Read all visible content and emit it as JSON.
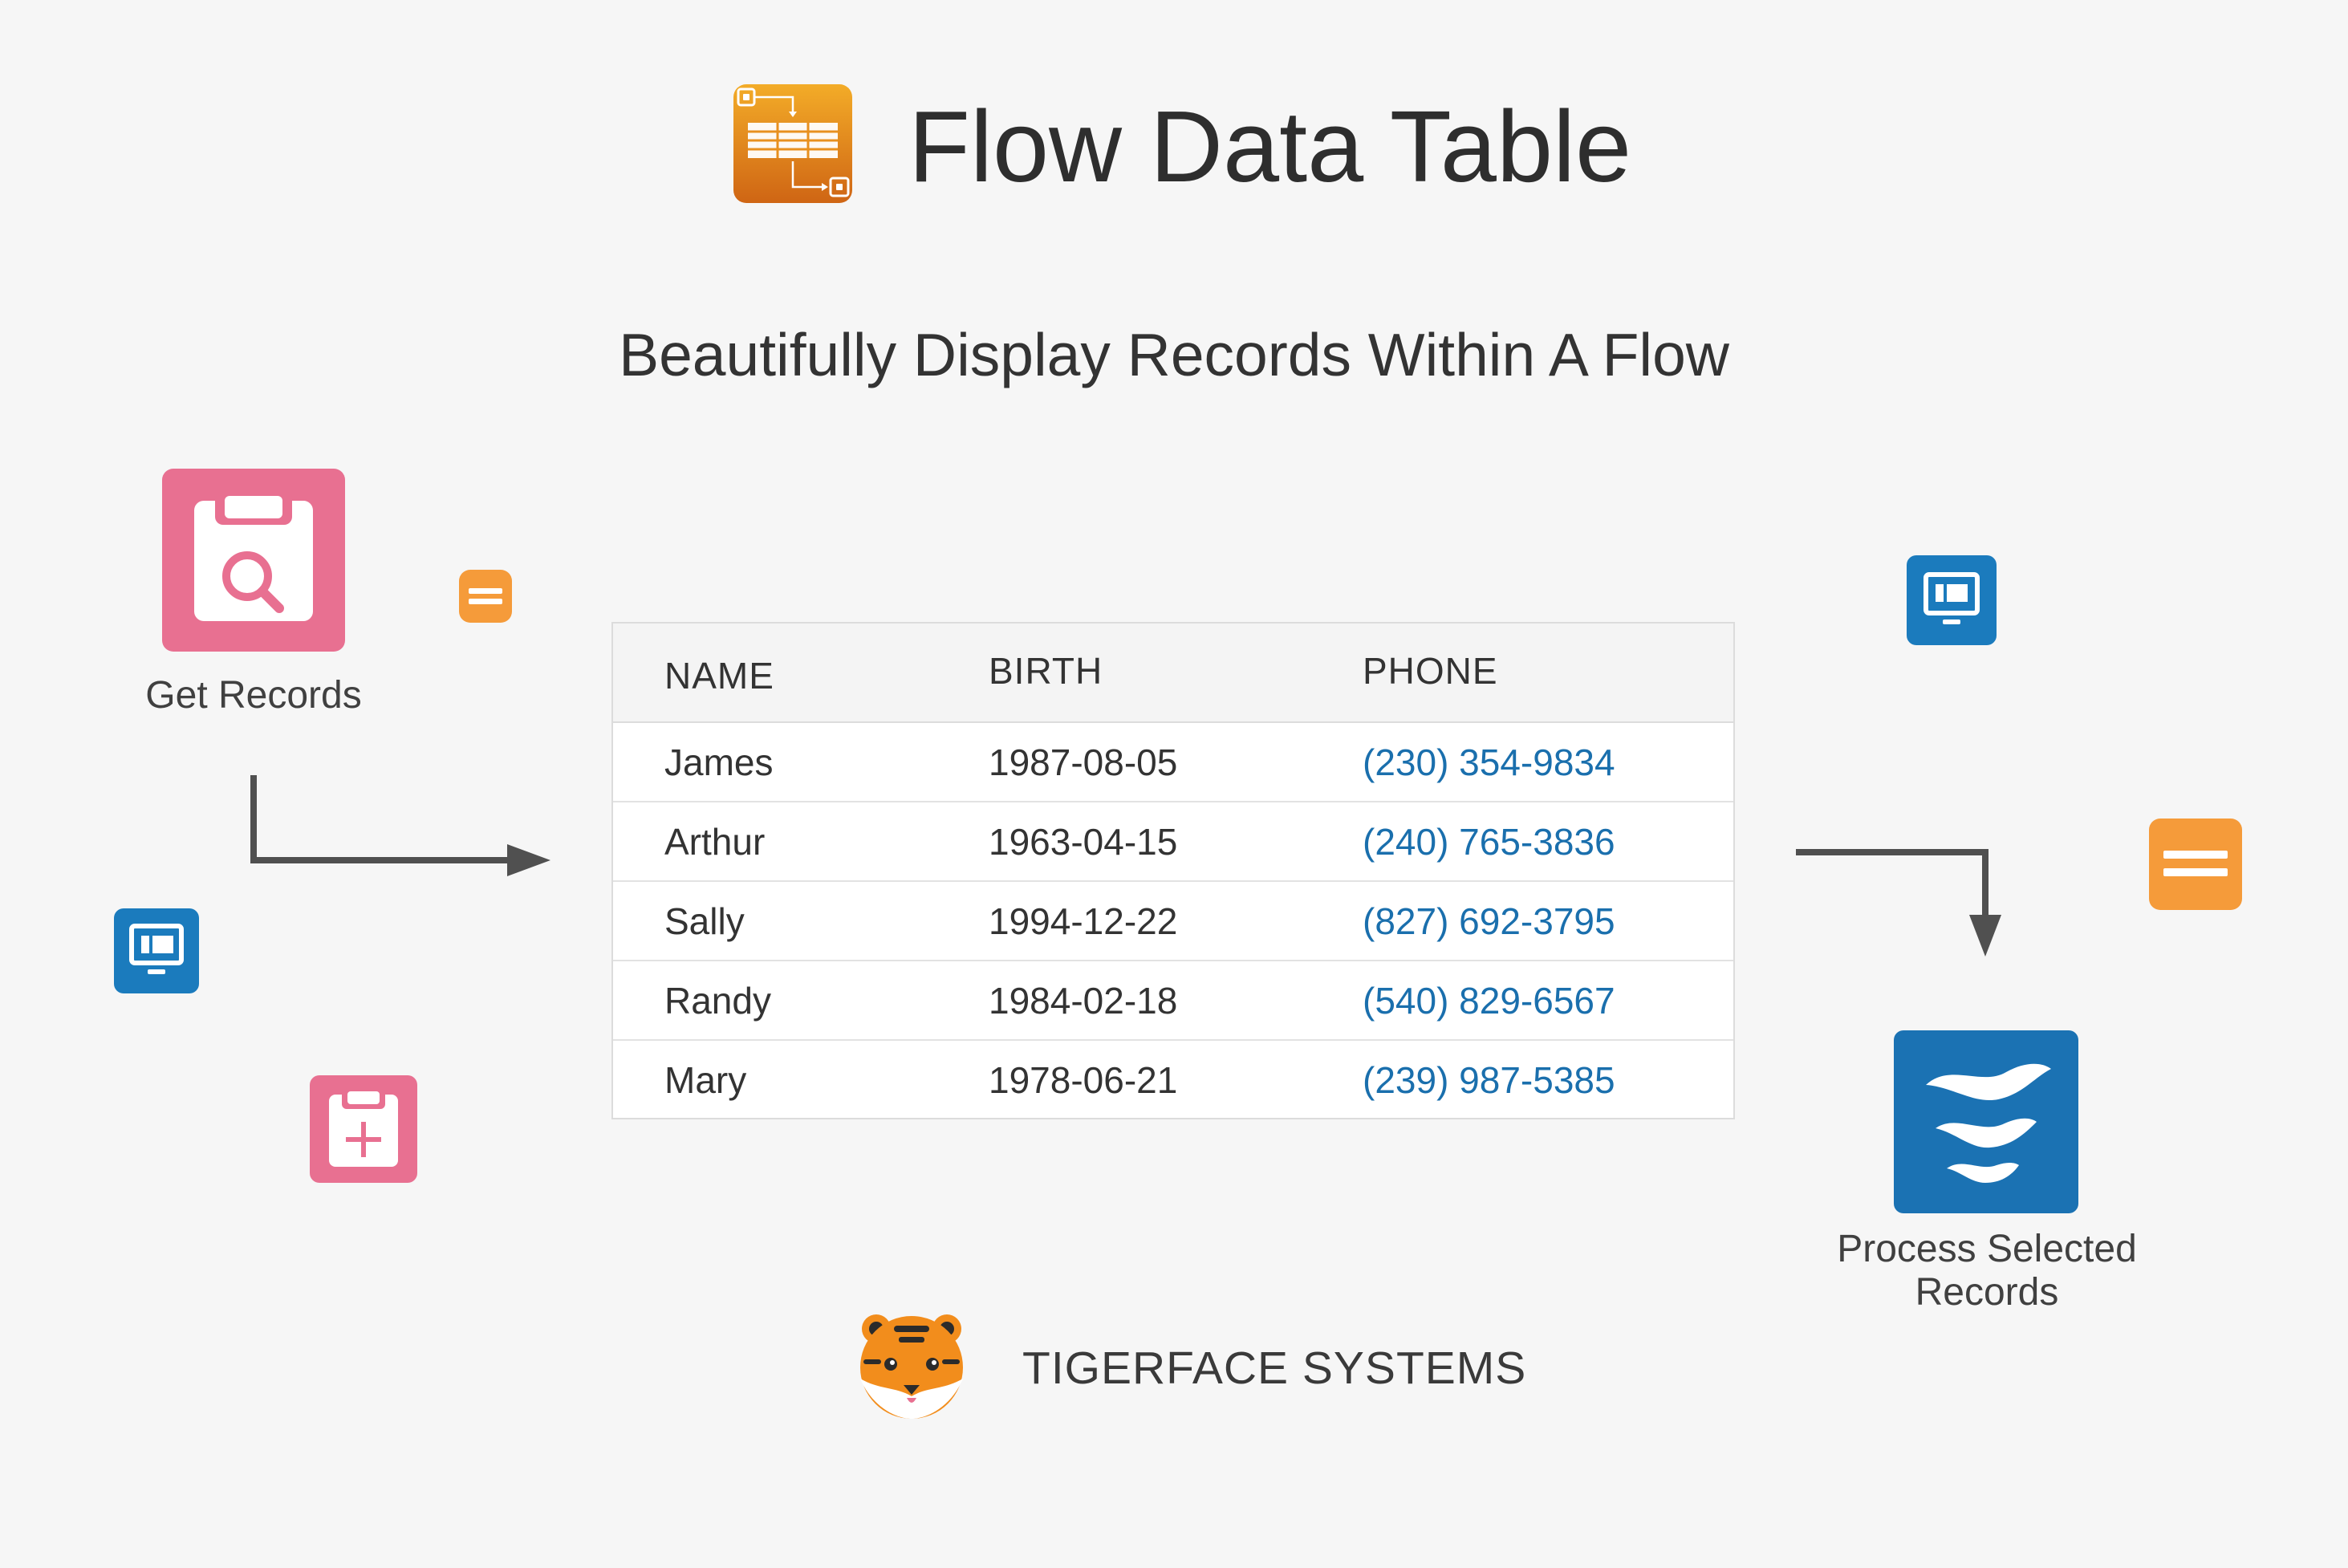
{
  "header": {
    "title": "Flow Data Table",
    "subtitle": "Beautifully Display Records Within A Flow",
    "logo_icon": "data-table-flow-icon"
  },
  "nodes": {
    "get_records": {
      "label": "Get Records",
      "icon": "clipboard-search-icon",
      "color": "#e87091"
    },
    "process_selected": {
      "label_line1": "Process Selected",
      "label_line2": "Records",
      "icon": "flow-waves-icon",
      "color": "#1b72b3"
    }
  },
  "decorations": [
    {
      "icon": "assignment-equals-icon",
      "color": "#f59b3a"
    },
    {
      "icon": "screen-monitor-icon",
      "color": "#1b7bbd"
    },
    {
      "icon": "clipboard-add-icon",
      "color": "#e87091"
    },
    {
      "icon": "screen-monitor-icon",
      "color": "#1b7bbd"
    },
    {
      "icon": "assignment-equals-icon",
      "color": "#f59b3a"
    }
  ],
  "table": {
    "columns": [
      "NAME",
      "BIRTH",
      "PHONE"
    ],
    "rows": [
      {
        "name": "James",
        "birth": "1987-08-05",
        "phone": "(230) 354-9834"
      },
      {
        "name": "Arthur",
        "birth": "1963-04-15",
        "phone": "(240) 765-3836"
      },
      {
        "name": "Sally",
        "birth": "1994-12-22",
        "phone": "(827) 692-3795"
      },
      {
        "name": "Randy",
        "birth": "1984-02-18",
        "phone": "(540) 829-6567"
      },
      {
        "name": "Mary",
        "birth": "1978-06-21",
        "phone": "(239) 987-5385"
      }
    ],
    "phone_color": "#1a6fad"
  },
  "footer": {
    "company_name": "TIGERFACE SYSTEMS",
    "logo_icon": "tiger-face-icon"
  }
}
